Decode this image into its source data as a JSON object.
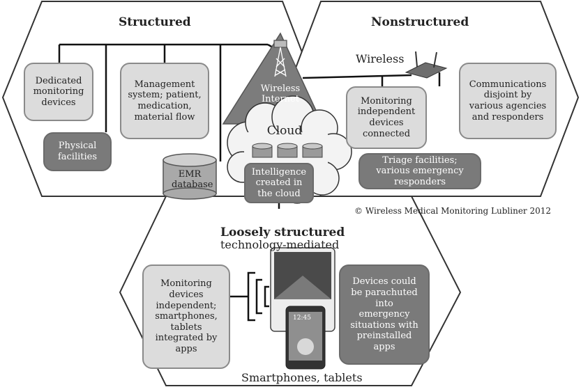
{
  "structured": {
    "title": "Structured",
    "dedicated": "Dedicated\nmonitoring\ndevices",
    "management": "Management\nsystem; patient,\nmedication,\nmaterial flow",
    "physical": "Physical\nfacilities",
    "emr": "EMR\ndatabase"
  },
  "center": {
    "wireless_internet": "Wireless\nInternet",
    "cloud": "Cloud",
    "intelligence": "Intelligence\ncreated in\nthe cloud"
  },
  "nonstructured": {
    "title": "Nonstructured",
    "wireless": "Wireless",
    "monitoring": "Monitoring\nindependent\ndevices\nconnected",
    "communications": "Communications\ndisjoint by\nvarious agencies\nand responders",
    "triage": "Triage facilities;\nvarious emergency\nresponders"
  },
  "copyright": "© Wireless Medical Monitoring Lubliner 2012",
  "loose": {
    "title": "Loosely structured",
    "subtitle": "technology-mediated",
    "left_box": "Monitoring\ndevices\nindependent;\nsmartphones,\ntablets\nintegrated by\napps",
    "right_box": "Devices could\nbe parachuted\ninto\nemergency\nsituations with\npreinstalled\napps",
    "bottom": "Smartphones, tablets",
    "phone_time": "12:45"
  },
  "colors": {
    "dark_box": "#7a7a7a",
    "light_box": "#dcdcdc",
    "cloud": "#f3f3f3",
    "triangle": "#7c7c7c"
  }
}
